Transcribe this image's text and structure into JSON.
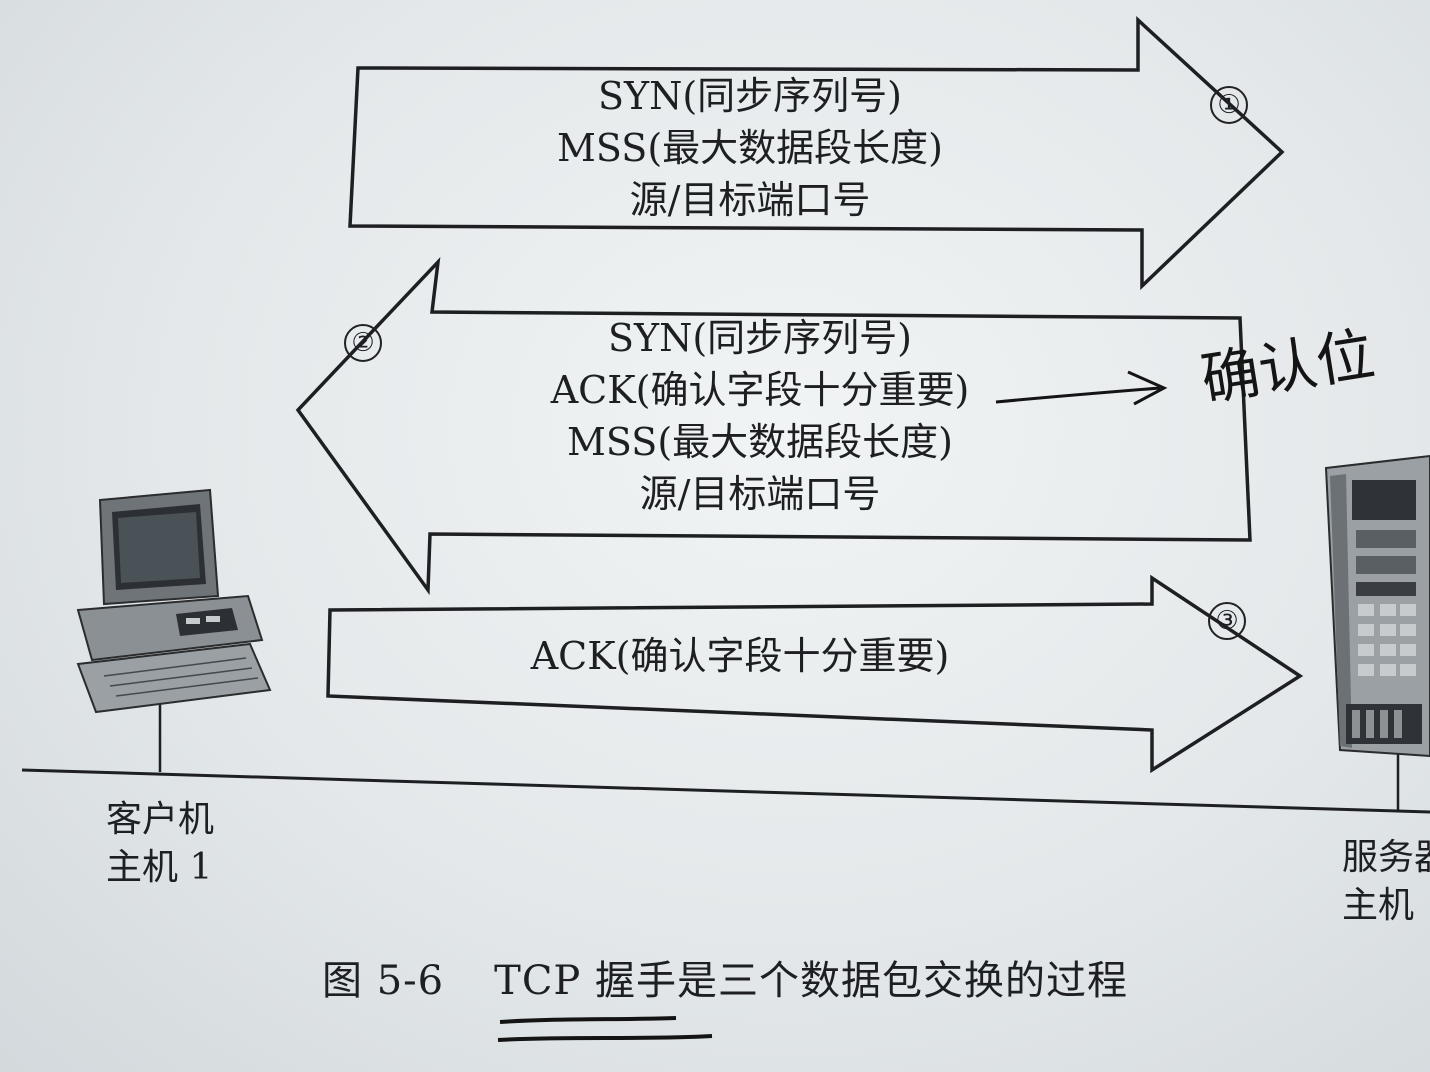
{
  "arrows": {
    "a1": {
      "number": "①",
      "lines": [
        "SYN(同步序列号)",
        "MSS(最大数据段长度)",
        "源/目标端口号"
      ]
    },
    "a2": {
      "number": "②",
      "lines": [
        "SYN(同步序列号)",
        "ACK(确认字段十分重要)",
        "MSS(最大数据段长度)",
        "源/目标端口号"
      ]
    },
    "a3": {
      "number": "③",
      "lines": [
        "ACK(确认字段十分重要)"
      ]
    }
  },
  "client": {
    "line1": "客户机",
    "line2": "主机 1"
  },
  "server": {
    "line1": "服务器",
    "line2": "主机"
  },
  "caption": {
    "figure": "图 5-6",
    "text": "TCP 握手是三个数据包交换的过程"
  },
  "handwritten_note": "确认位",
  "colors": {
    "ink": "#1d1f22",
    "paper": "#e7ebec"
  }
}
